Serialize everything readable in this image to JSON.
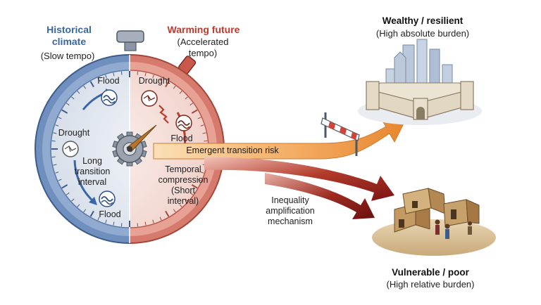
{
  "historical": {
    "title_line1": "Historical",
    "title_line2": "climate",
    "subtitle": "(Slow tempo)"
  },
  "warming": {
    "title": "Warming future",
    "subtitle_line1": "(Accelerated",
    "subtitle_line2": "tempo)"
  },
  "dial_left": {
    "flood_top": "Flood",
    "drought": "Drought",
    "interval_line1": "Long",
    "interval_line2": "transition",
    "interval_line3": "interval",
    "flood_bottom": "Flood"
  },
  "dial_right": {
    "drought": "Drought",
    "flood": "Flood",
    "compression_line1": "Temporal",
    "compression_line2": "compression",
    "compression_line3": "(Short",
    "compression_line4": "interval)"
  },
  "arrow_label": "Emergent transition risk",
  "mechanism": {
    "line1": "Inequality",
    "line2": "amplification",
    "line3": "mechanism"
  },
  "wealthy": {
    "title": "Wealthy / resilient",
    "subtitle": "(High absolute burden)"
  },
  "vulnerable": {
    "title": "Vulnerable / poor",
    "subtitle": "(High relative burden)"
  },
  "colors": {
    "cool": "#3a66a8",
    "warm": "#c0392b",
    "arrow_orange": "#f0a050",
    "arrow_dark": "#8b1a1a"
  }
}
